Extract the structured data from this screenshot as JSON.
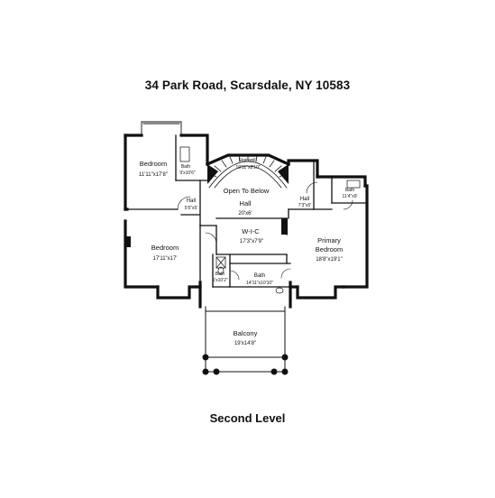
{
  "header": {
    "address": "34 Park Road, Scarsdale, NY 10583"
  },
  "footer": {
    "level": "Second Level"
  },
  "rooms": {
    "bedroom1": {
      "name": "Bedroom",
      "dims": "11'11\"x17'8\""
    },
    "bath1": {
      "name": "Bath",
      "dims": "9'x10'6\""
    },
    "hall_left": {
      "name": "Hall",
      "dims": "5'5\"x5'"
    },
    "stairwell": {
      "name": "Stairwell",
      "dims": "19'11\"x8'10\""
    },
    "open_below": {
      "name": "Open To Below"
    },
    "hall_main": {
      "name": "Hall",
      "dims": "20'x6'"
    },
    "hall_right": {
      "name": "Hall",
      "dims": "7'3\"x5'"
    },
    "bath_right": {
      "name": "Bath",
      "dims": "11'4\"x9'"
    },
    "wic": {
      "name": "W-I-C",
      "dims": "17'3\"x7'9\""
    },
    "bedroom2": {
      "name": "Bedroom",
      "dims": "17'11\"x17'"
    },
    "primary": {
      "name_line1": "Primary",
      "name_line2": "Bedroom",
      "dims": "18'8\"x19'1\""
    },
    "bath_small": {
      "name": "Bath",
      "dims": "5'x10'2\""
    },
    "bath_main": {
      "name": "Bath",
      "dims": "14'11\"x10'10\""
    },
    "balcony": {
      "name": "Balcony",
      "dims": "19'x14'8\""
    }
  }
}
